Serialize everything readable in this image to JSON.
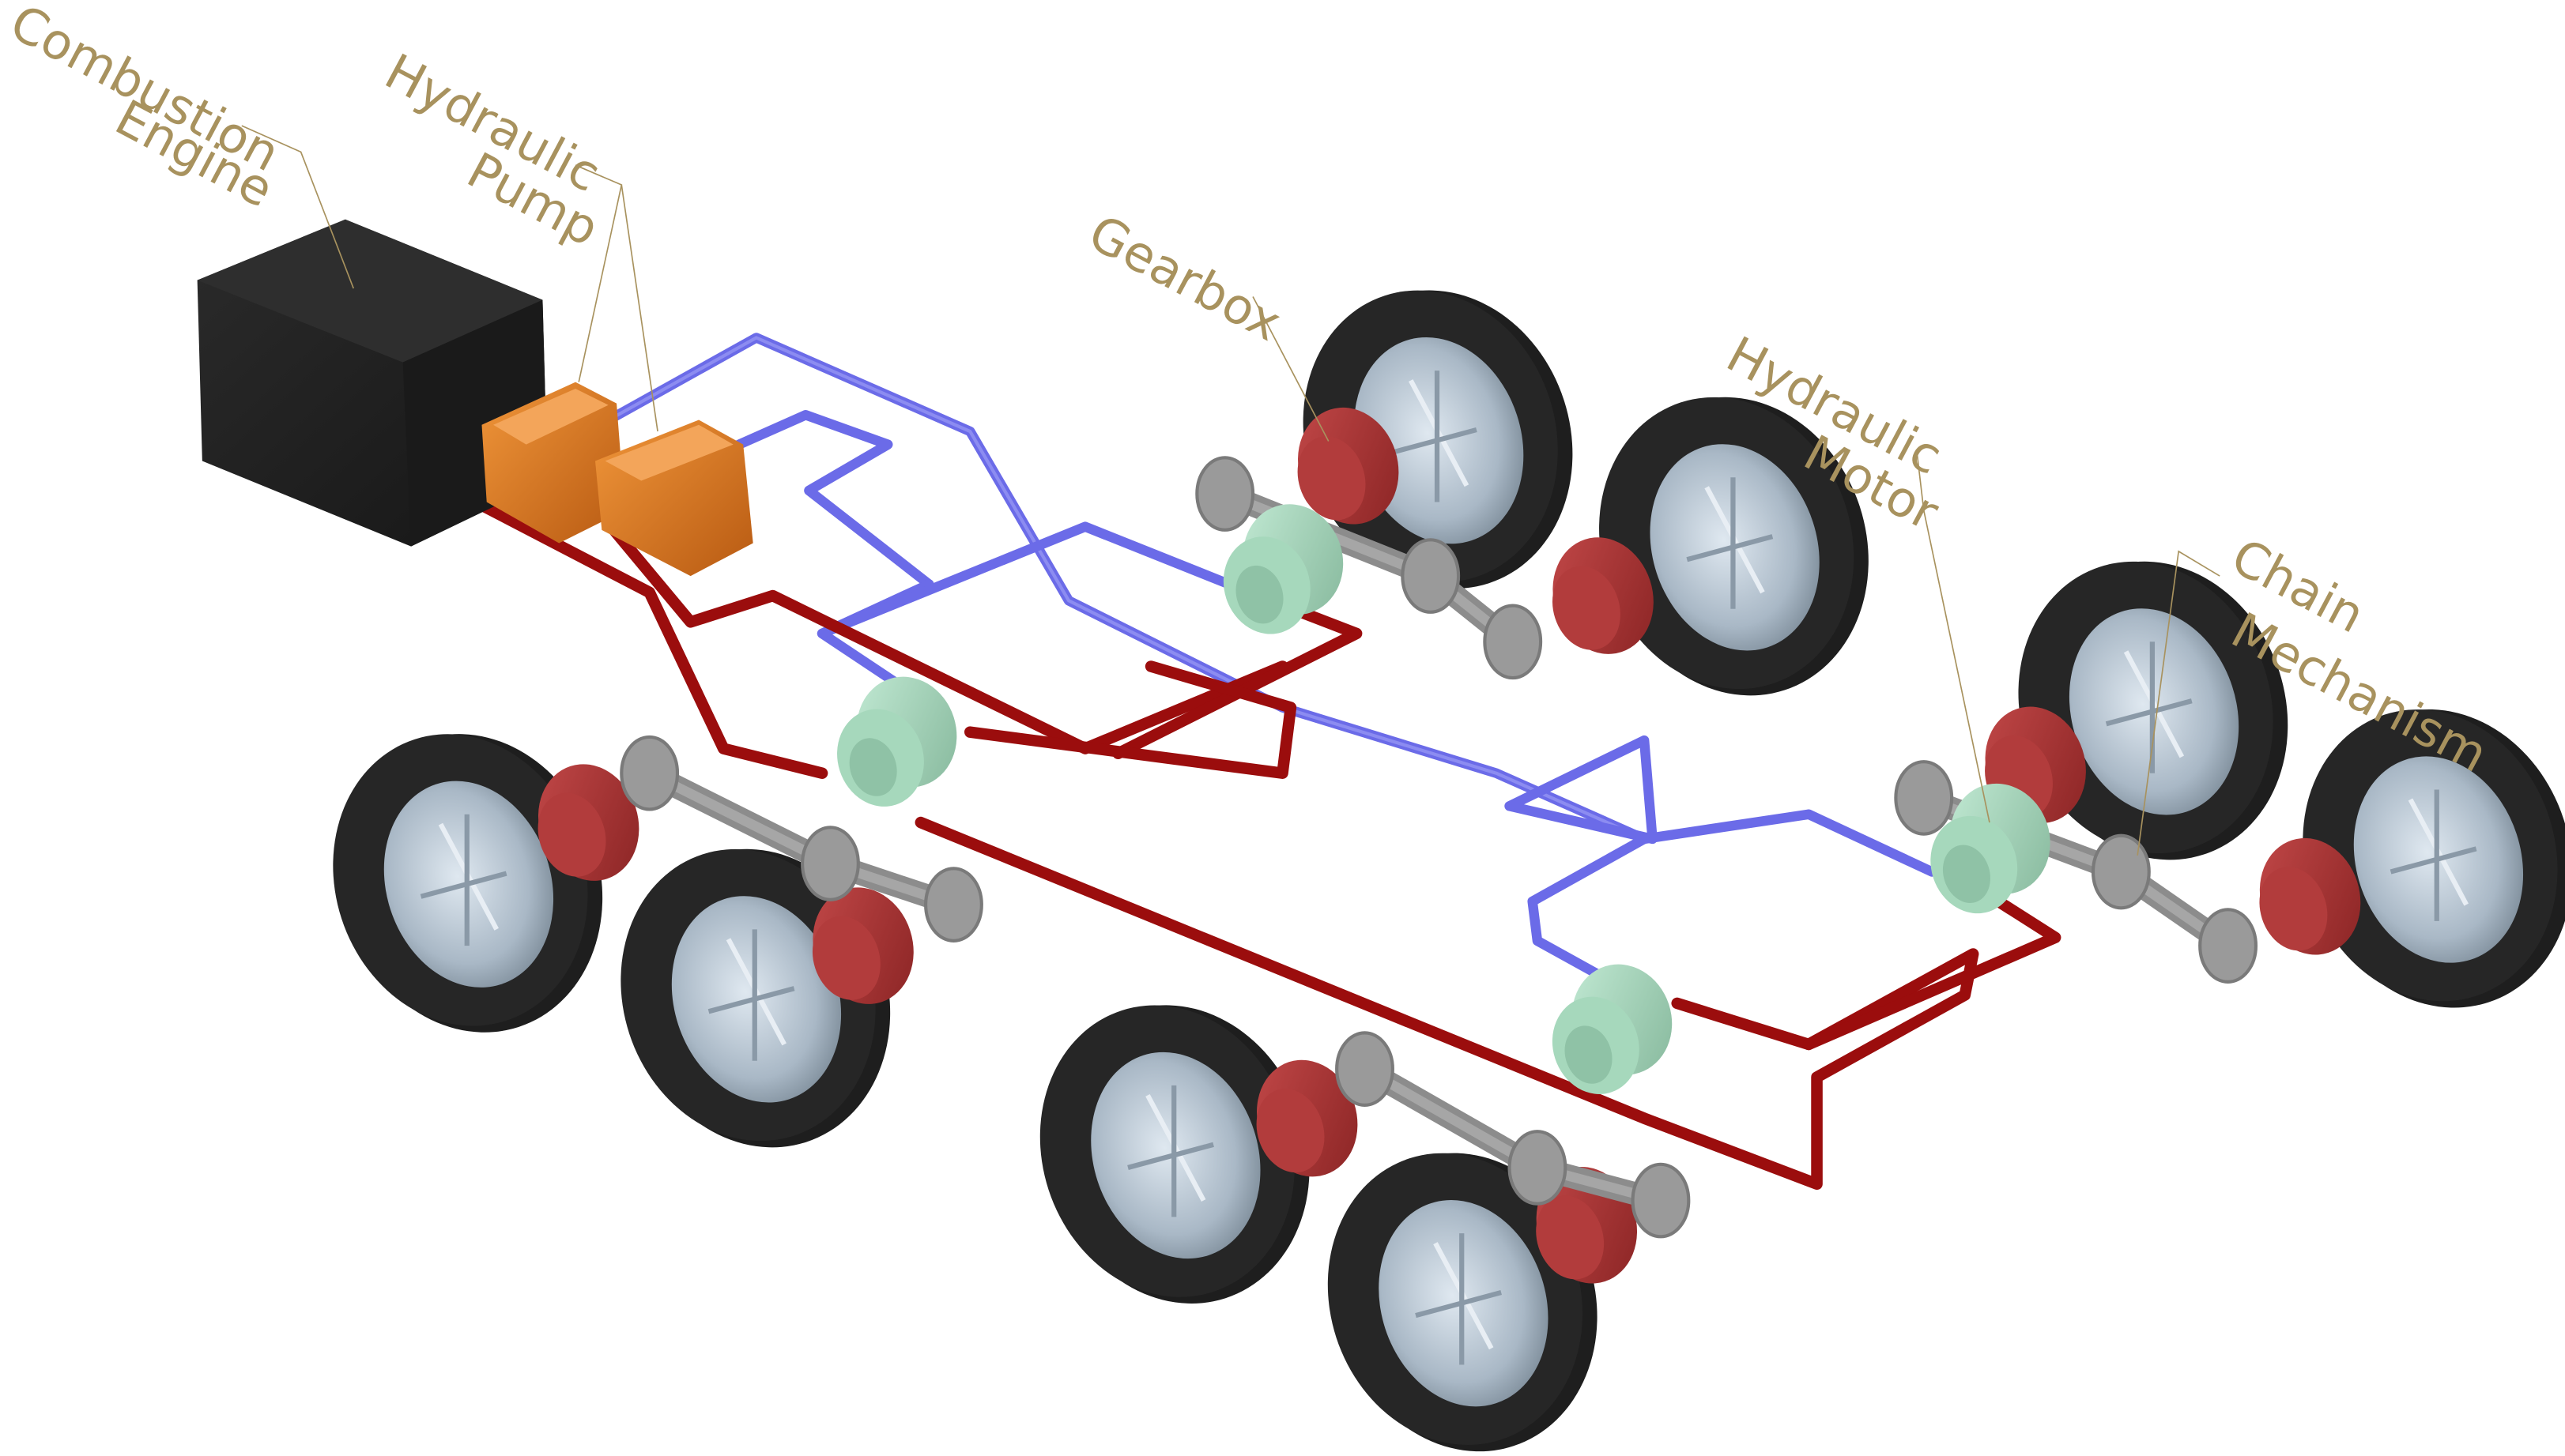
{
  "diagram": {
    "title": "Hydraulic drive system layout",
    "labels": {
      "combustion_engine": [
        "Combustion",
        "Engine"
      ],
      "hydraulic_pump": [
        "Hydraulic",
        "Pump"
      ],
      "gearbox": [
        "Gearbox"
      ],
      "hydraulic_motor": [
        "Hydraulic",
        "Motor"
      ],
      "chain_mechanism": [
        "Chain",
        "Mechanism"
      ]
    },
    "components": {
      "combustion_engine": {
        "count": 1,
        "color": "#222222"
      },
      "hydraulic_pump": {
        "count": 2,
        "color": "#d8731f"
      },
      "hydraulic_motor": {
        "count": 4,
        "color": "#a6d8bc"
      },
      "gearbox": {
        "count": 8,
        "color": "#a83232"
      },
      "chain_mechanism": {
        "count": 4,
        "color": "#8c8c8c"
      },
      "wheel": {
        "count": 8,
        "tire_color": "#1e1e1e",
        "rim_color": "#b8c6d2"
      }
    },
    "lines": {
      "high_pressure_color": "#9b0d0d",
      "low_pressure_color": "#6b6be8"
    },
    "label_color": "#a8925e"
  }
}
